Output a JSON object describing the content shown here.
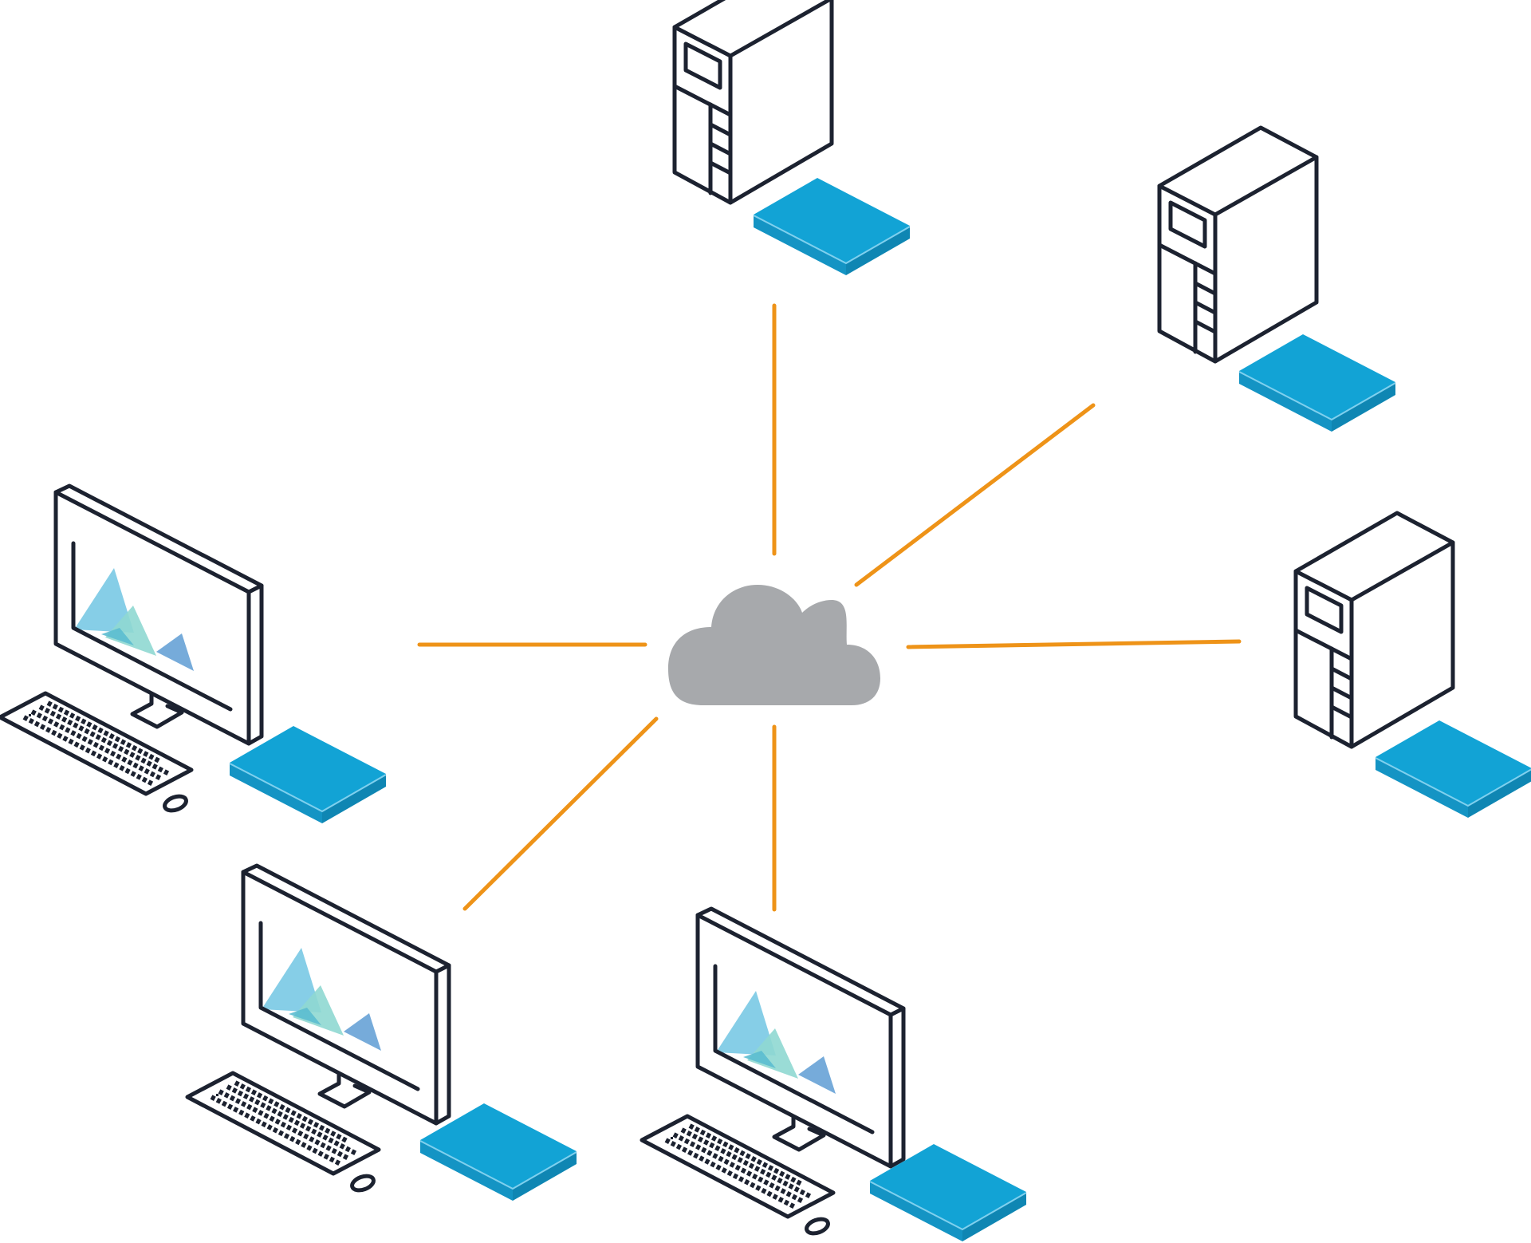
{
  "colors": {
    "outline": "#1c2230",
    "link": "#ee9318",
    "cloud": "#a7a9ac",
    "device_top": "#12a3d5",
    "device_side": "#1494c4",
    "device_edge": "#7fd0ee",
    "chart_a": "#7fcbe6",
    "chart_b": "#8fd8d2",
    "chart_c": "#6fa7d8"
  },
  "topology": {
    "hub": {
      "type": "cloud",
      "icon": "cloud-icon"
    },
    "nodes": [
      {
        "id": "server-top",
        "type": "server",
        "icon": "server-tower-icon",
        "attached": "network-device-icon"
      },
      {
        "id": "server-upper-right",
        "type": "server",
        "icon": "server-tower-icon",
        "attached": "network-device-icon"
      },
      {
        "id": "server-right",
        "type": "server",
        "icon": "server-tower-icon",
        "attached": "network-device-icon"
      },
      {
        "id": "workstation-left",
        "type": "workstation",
        "icon": "desktop-monitor-icon",
        "attached": "network-device-icon"
      },
      {
        "id": "workstation-lower-left",
        "type": "workstation",
        "icon": "desktop-monitor-icon",
        "attached": "network-device-icon"
      },
      {
        "id": "workstation-bottom",
        "type": "workstation",
        "icon": "desktop-monitor-icon",
        "attached": "network-device-icon"
      }
    ],
    "link_count": 6
  }
}
